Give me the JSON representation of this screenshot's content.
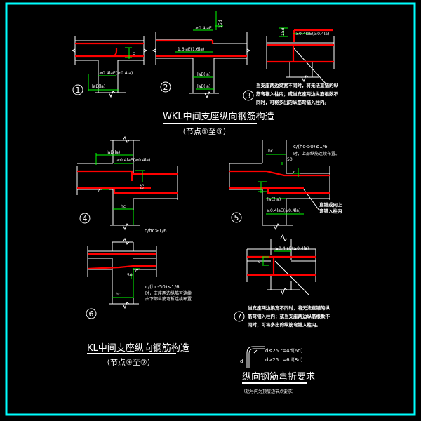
{
  "colors": {
    "frame": "#00ffff",
    "rebar": "#ff0000",
    "dimension": "#00ff00",
    "line": "#ffffff",
    "background": "#000000"
  },
  "wkl": {
    "title": "WKL中间支座纵向钢筋构造",
    "subtitle": "（节点①至③）",
    "node1": {
      "number": "1",
      "dim_anchor": "≥0.4laE(≥0.4la)",
      "dim_lae": "laE(la)",
      "dim_c": "c"
    },
    "node2": {
      "number": "2",
      "dim_top": "≥0.4laE",
      "dim_15d": "15d",
      "dim_16": "1.6laE(1.6la)",
      "dim_lae1": "laE(la)",
      "dim_lae2": "laE(la)"
    },
    "node3": {
      "number": "3",
      "dim_15d": "15d",
      "dim_anchor": "≥0.4laE(≥0.4la)",
      "dim_c": "c",
      "note": [
        "当支座两边梁宽不同时，将无法直锚的纵",
        "筋弯锚入柱内；或当支座两边纵筋根数不",
        "同时，可将多出的纵筋弯锚入柱内。"
      ]
    }
  },
  "kl": {
    "title": "KL中间支座纵向钢筋构造",
    "subtitle": "（节点④至⑦）",
    "node4": {
      "number": "4",
      "dim_lae": "laE(la)",
      "dim_anchor": "≥0.4laE(≥0.4la)",
      "dim_c": "c",
      "dim_50": "50",
      "dim_hc": "hc",
      "condition": "c/hc>1/6"
    },
    "node5": {
      "number": "5",
      "condition": "c/(hc-50)≤1/6",
      "condition_note": "时，上部纵筋连续布置。",
      "dim_hc": "hc",
      "dim_50": "50",
      "dim_c": "c",
      "dim_lae": "laE(la)",
      "dim_anchor": "≥0.4laE(≥0.4la)",
      "note": [
        "直锚或向上",
        "弯锚入柱内"
      ]
    },
    "node6": {
      "number": "6",
      "condition": "c/(hc-50)≤1/6",
      "condition_note": [
        "时，支座两边纵筋可连续",
        "由下部纵筋弯折连续布置"
      ],
      "dim_hc": "hc",
      "dim_50": "50",
      "dim_c": "c"
    },
    "node7": {
      "number": "7",
      "dim_anchor": "≥0.4laE(≥0.4la)",
      "dim_c": "c",
      "note": [
        "当支座两边梁宽不同时，将无法直锚的纵",
        "筋弯锚入柱内；或当支座两边纵筋根数不",
        "同时，可将多出的纵筋弯锚入柱内。"
      ]
    }
  },
  "bend": {
    "label_d": "d",
    "rule1": "d≤25  r=4d(6d)",
    "rule2": "d>25  r=6d(8d)",
    "title": "纵向钢筋弯折要求",
    "subtitle": "（括号内为顶层边节点要求）"
  }
}
